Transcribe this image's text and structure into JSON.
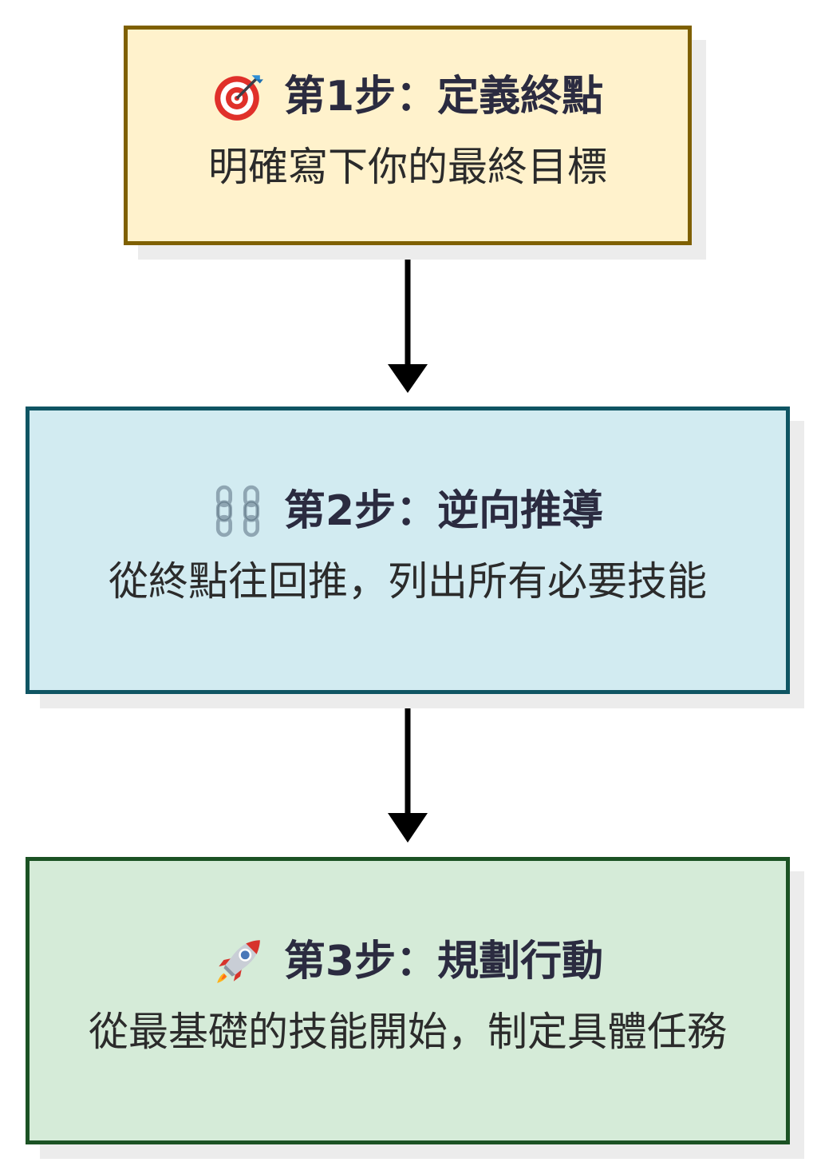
{
  "steps": [
    {
      "icon": "target-icon",
      "title": "第1步：定義終點",
      "description": "明確寫下你的最終目標",
      "fill": "#fff2cc",
      "border": "#7f6000"
    },
    {
      "icon": "chain-icon",
      "title": "第2步：逆向推導",
      "description": "從終點往回推，列出所有必要技能",
      "fill": "#d2ebf1",
      "border": "#0f5563"
    },
    {
      "icon": "rocket-icon",
      "title": "第3步：規劃行動",
      "description": "從最基礎的技能開始，制定具體任務",
      "fill": "#d5ebd8",
      "border": "#1b5224"
    }
  ],
  "connector_color": "#000000"
}
